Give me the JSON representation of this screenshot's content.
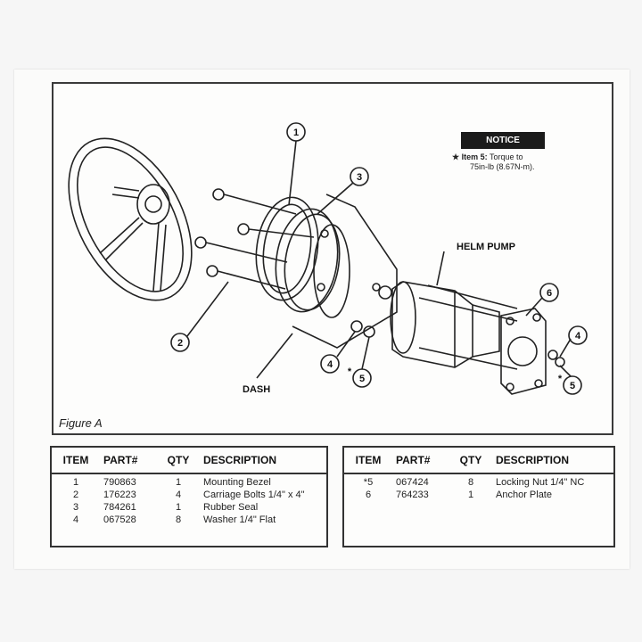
{
  "figure": {
    "caption": "Figure A",
    "notice": {
      "header": "NOTICE",
      "star": "★",
      "item_label": "Item 5:",
      "text_line1": "Torque to",
      "text_line2": "75in-lb (8.67N-m)."
    },
    "labels": {
      "helm_pump": "HELM PUMP",
      "dash": "DASH"
    },
    "callouts": [
      "1",
      "2",
      "3",
      "4",
      "5",
      "6",
      "4",
      "5"
    ],
    "star_marks": [
      "*",
      "*"
    ]
  },
  "parts_table_left": {
    "headers": {
      "item": "ITEM",
      "part": "PART#",
      "qty": "QTY",
      "description": "DESCRIPTION"
    },
    "rows": [
      {
        "item": "1",
        "part": "790863",
        "qty": "1",
        "description": "Mounting Bezel"
      },
      {
        "item": "2",
        "part": "176223",
        "qty": "4",
        "description": "Carriage Bolts 1/4\" x 4\""
      },
      {
        "item": "3",
        "part": "784261",
        "qty": "1",
        "description": "Rubber Seal"
      },
      {
        "item": "4",
        "part": "067528",
        "qty": "8",
        "description": "Washer 1/4\" Flat"
      }
    ]
  },
  "parts_table_right": {
    "headers": {
      "item": "ITEM",
      "part": "PART#",
      "qty": "QTY",
      "description": "DESCRIPTION"
    },
    "rows": [
      {
        "item": "*5",
        "part": "067424",
        "qty": "8",
        "description": "Locking Nut 1/4\" NC"
      },
      {
        "item": "6",
        "part": "764233",
        "qty": "1",
        "description": "Anchor Plate"
      }
    ]
  }
}
